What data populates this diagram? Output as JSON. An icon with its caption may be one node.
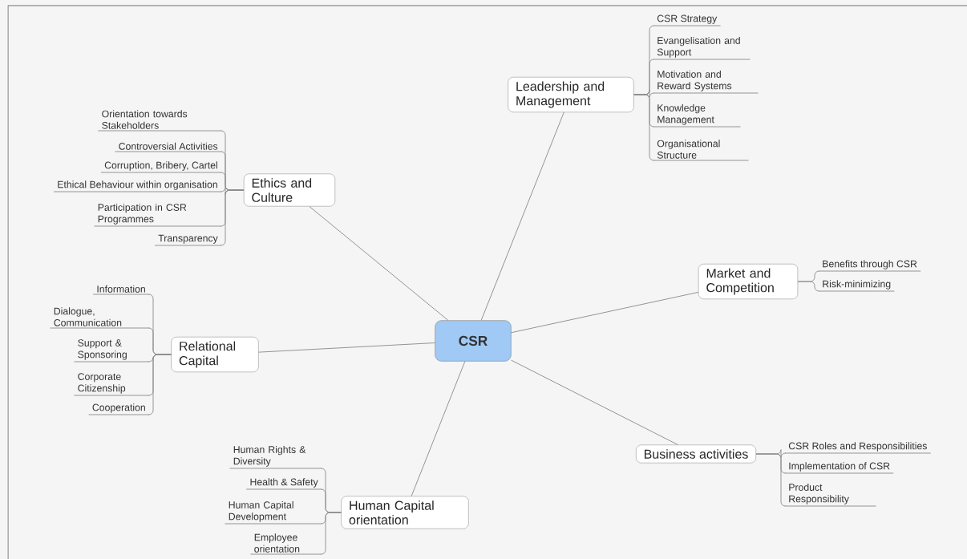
{
  "diagram": {
    "nodes": [
      {
        "text": [
          "CSR"
        ]
      },
      {
        "text": [
          "Leadership and Management"
        ]
      },
      {
        "text": [
          "CSR Strategy"
        ]
      },
      {
        "text": [
          "Evangelisation and Support"
        ]
      },
      {
        "text": [
          "Motivation and Reward Systems"
        ]
      },
      {
        "text": [
          "Knowledge Management"
        ]
      },
      {
        "text": [
          "Organisational Structure"
        ]
      },
      {
        "text": [
          "Ethics and Culture"
        ]
      },
      {
        "text": [
          "Orientation towards Stakeholders"
        ]
      },
      {
        "text": [
          "Controversial Activities"
        ]
      },
      {
        "text": [
          "Corruption, Bribery, Cartel"
        ]
      },
      {
        "text": [
          "Ethical Behaviour within organisation"
        ]
      },
      {
        "text": [
          "Participation in CSR Programmes"
        ]
      },
      {
        "text": [
          "Transparency"
        ]
      },
      {
        "text": [
          "Market and Competition"
        ]
      },
      {
        "text": [
          "Benefits through CSR"
        ]
      },
      {
        "text": [
          "Risk-minimizing"
        ]
      },
      {
        "text": [
          "Relational Capital"
        ]
      },
      {
        "text": [
          "Information"
        ]
      },
      {
        "text": [
          "Dialogue, Communication"
        ]
      },
      {
        "text": [
          "Support & Sponsoring"
        ]
      },
      {
        "text": [
          "Corporate Citizenship"
        ]
      },
      {
        "text": [
          "Cooperation"
        ]
      },
      {
        "text": [
          "Business activities"
        ]
      },
      {
        "text": [
          "CSR Roles and Responsibilities"
        ]
      },
      {
        "text": [
          "Implementation of CSR"
        ]
      },
      {
        "text": [
          "Product Responsibility"
        ]
      },
      {
        "text": [
          "Human Capital orientation"
        ]
      },
      {
        "text": [
          "Human Rights & Diversity"
        ]
      },
      {
        "text": [
          "Health & Safety"
        ]
      },
      {
        "text": [
          "Human Capital Development"
        ]
      },
      {
        "text": [
          "Employee orientation"
        ]
      }
    ],
    "edges": [
      {
        "from": 0,
        "to": 1,
        "arrow": "none"
      },
      {
        "from": 0,
        "to": 7,
        "arrow": "none"
      },
      {
        "from": 0,
        "to": 14,
        "arrow": "none"
      },
      {
        "from": 0,
        "to": 17,
        "arrow": "none"
      },
      {
        "from": 0,
        "to": 23,
        "arrow": "none"
      },
      {
        "from": 0,
        "to": 27,
        "arrow": "none"
      },
      {
        "from": 1,
        "to": 2,
        "arrow": "none"
      },
      {
        "from": 1,
        "to": 3,
        "arrow": "none"
      },
      {
        "from": 1,
        "to": 4,
        "arrow": "none"
      },
      {
        "from": 1,
        "to": 5,
        "arrow": "none"
      },
      {
        "from": 1,
        "to": 6,
        "arrow": "none"
      },
      {
        "from": 7,
        "to": 8,
        "arrow": "none"
      },
      {
        "from": 7,
        "to": 9,
        "arrow": "none"
      },
      {
        "from": 7,
        "to": 10,
        "arrow": "none"
      },
      {
        "from": 7,
        "to": 11,
        "arrow": "none"
      },
      {
        "from": 7,
        "to": 12,
        "arrow": "none"
      },
      {
        "from": 7,
        "to": 13,
        "arrow": "none"
      },
      {
        "from": 14,
        "to": 15,
        "arrow": "none"
      },
      {
        "from": 14,
        "to": 16,
        "arrow": "none"
      },
      {
        "from": 17,
        "to": 18,
        "arrow": "none"
      },
      {
        "from": 17,
        "to": 19,
        "arrow": "none"
      },
      {
        "from": 17,
        "to": 20,
        "arrow": "none"
      },
      {
        "from": 17,
        "to": 21,
        "arrow": "none"
      },
      {
        "from": 17,
        "to": 22,
        "arrow": "none"
      },
      {
        "from": 23,
        "to": 24,
        "arrow": "none"
      },
      {
        "from": 23,
        "to": 25,
        "arrow": "none"
      },
      {
        "from": 23,
        "to": 26,
        "arrow": "none"
      },
      {
        "from": 27,
        "to": 28,
        "arrow": "none"
      },
      {
        "from": 27,
        "to": 29,
        "arrow": "none"
      },
      {
        "from": 27,
        "to": 30,
        "arrow": "none"
      },
      {
        "from": 27,
        "to": 31,
        "arrow": "none"
      }
    ]
  }
}
